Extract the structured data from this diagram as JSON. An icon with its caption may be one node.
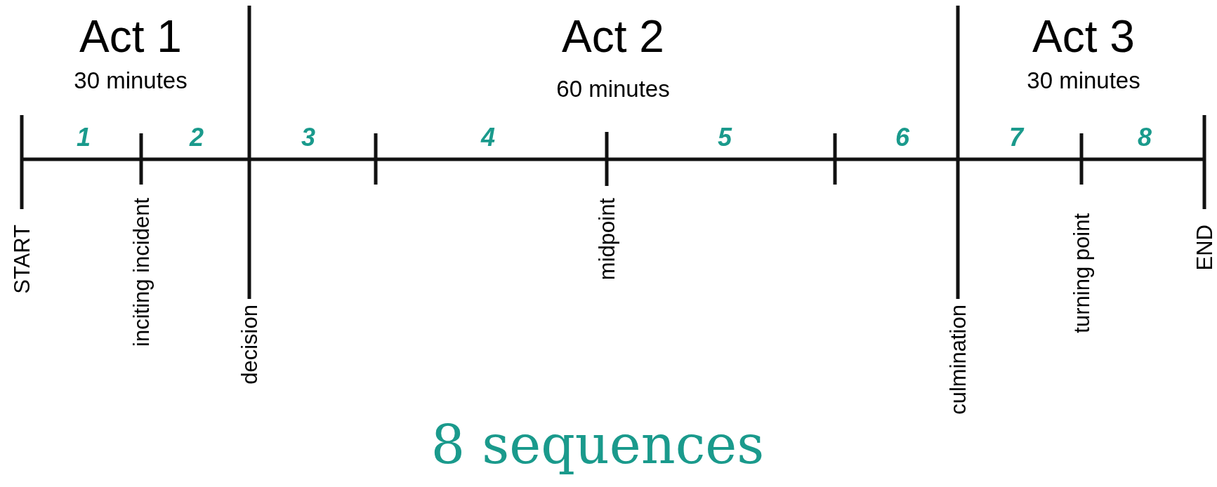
{
  "diagram": {
    "caption": "8 sequences",
    "labels": [
      "Act 1",
      "30 minutes",
      "Act 2",
      "60 minutes",
      "Act 3",
      "30 minutes",
      "1",
      "2",
      "3",
      "4",
      "5",
      "6",
      "7",
      "8",
      "START",
      "inciting incident",
      "decision",
      "midpoint",
      "culmination",
      "turning point",
      "END"
    ]
  }
}
